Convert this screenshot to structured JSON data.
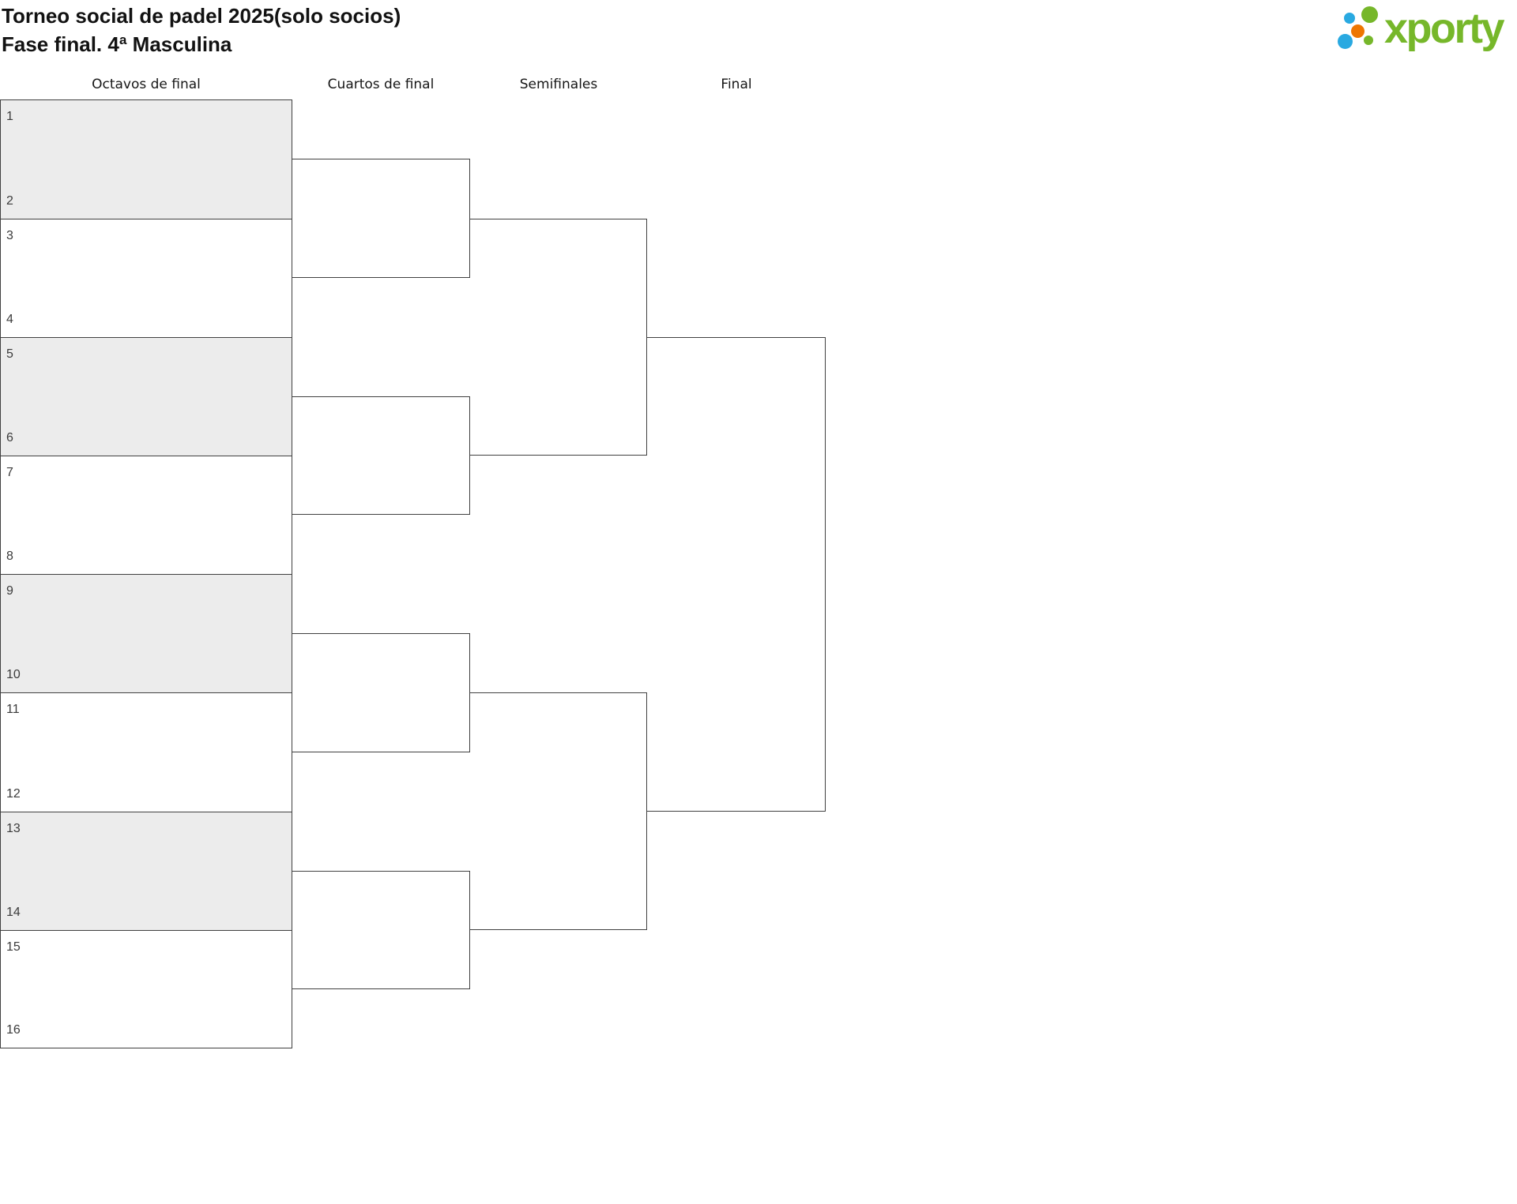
{
  "page": {
    "title": "Torneo social de padel 2025(solo socios)",
    "subtitle": "Fase final. 4ª Masculina"
  },
  "logo": {
    "brand": "xporty"
  },
  "rounds": [
    {
      "label": "Octavos de final"
    },
    {
      "label": "Cuartos de final"
    },
    {
      "label": "Semifinales"
    },
    {
      "label": "Final"
    }
  ],
  "bracket": {
    "slots": [
      "1",
      "2",
      "3",
      "4",
      "5",
      "6",
      "7",
      "8",
      "9",
      "10",
      "11",
      "12",
      "13",
      "14",
      "15",
      "16"
    ]
  },
  "colors": {
    "logo_green": "#76b72a",
    "logo_blue": "#29a9e1",
    "logo_orange": "#ee7601",
    "shaded_box_fill": "#ececec",
    "bracket_line": "#404040"
  }
}
